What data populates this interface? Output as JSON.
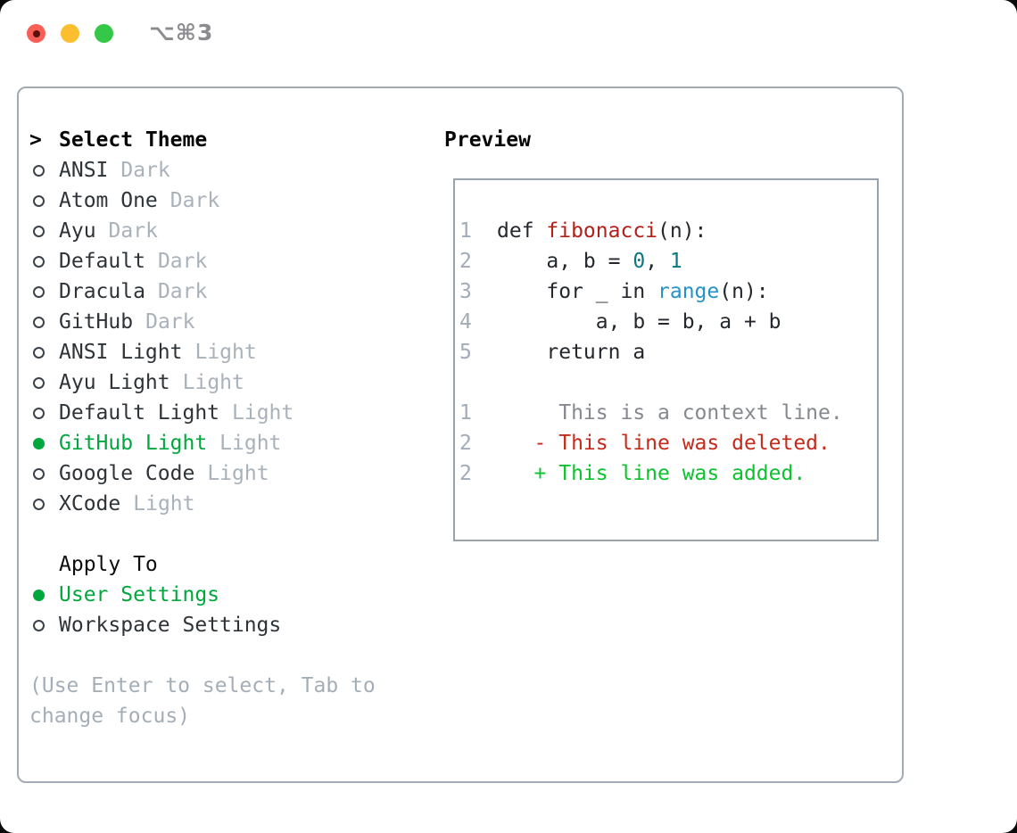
{
  "window": {
    "title": "⌥⌘3"
  },
  "titlebar": {
    "buttons": {
      "red": "#f75f57",
      "red_dot": "#5b100a",
      "yellow": "#fbbe2e",
      "green": "#34c748"
    }
  },
  "colors": {
    "accent_green": "#00a73c",
    "muted_gray": "#a9b1bb",
    "panel_border": "#a2aab3",
    "preview_border": "#9aa2ac"
  },
  "theme_list": {
    "prompt": ">",
    "header": "Select Theme",
    "items": [
      {
        "name": "ANSI",
        "tag": "Dark",
        "selected": false
      },
      {
        "name": "Atom One",
        "tag": "Dark",
        "selected": false
      },
      {
        "name": "Ayu",
        "tag": "Dark",
        "selected": false
      },
      {
        "name": "Default",
        "tag": "Dark",
        "selected": false
      },
      {
        "name": "Dracula",
        "tag": "Dark",
        "selected": false
      },
      {
        "name": "GitHub",
        "tag": "Dark",
        "selected": false
      },
      {
        "name": "ANSI Light",
        "tag": "Light",
        "selected": false
      },
      {
        "name": "Ayu Light",
        "tag": "Light",
        "selected": false
      },
      {
        "name": "Default Light",
        "tag": "Light",
        "selected": false
      },
      {
        "name": "GitHub Light",
        "tag": "Light",
        "selected": true
      },
      {
        "name": "Google Code",
        "tag": "Light",
        "selected": false
      },
      {
        "name": "XCode",
        "tag": "Light",
        "selected": false
      }
    ]
  },
  "apply_to": {
    "header": "Apply To",
    "options": [
      {
        "label": "User Settings",
        "selected": true
      },
      {
        "label": "Workspace Settings",
        "selected": false
      }
    ]
  },
  "hint": {
    "line1": "(Use Enter to select, Tab to",
    "line2": "change focus)"
  },
  "preview": {
    "header": "Preview",
    "colors": {
      "code": "#24282d",
      "func": "#b0211a",
      "number": "#0d7587",
      "builtin": "#2492c8",
      "context": "#85898f",
      "deleted": "#c52a1b",
      "added": "#0cc22d"
    },
    "lines": [
      {
        "num": "1",
        "segments": [
          {
            "t": "def ",
            "c": "code"
          },
          {
            "t": "fibonacci",
            "c": "func"
          },
          {
            "t": "(n):",
            "c": "code"
          }
        ]
      },
      {
        "num": "2",
        "segments": [
          {
            "t": "    a, b = ",
            "c": "code"
          },
          {
            "t": "0",
            "c": "number"
          },
          {
            "t": ", ",
            "c": "code"
          },
          {
            "t": "1",
            "c": "number"
          }
        ]
      },
      {
        "num": "3",
        "segments": [
          {
            "t": "    for _ in ",
            "c": "code"
          },
          {
            "t": "range",
            "c": "builtin"
          },
          {
            "t": "(n):",
            "c": "code"
          }
        ]
      },
      {
        "num": "4",
        "segments": [
          {
            "t": "        a, b = b, a + b",
            "c": "code"
          }
        ]
      },
      {
        "num": "5",
        "segments": [
          {
            "t": "    return a",
            "c": "code"
          }
        ]
      },
      {
        "num": "",
        "segments": []
      },
      {
        "num": "1",
        "segments": [
          {
            "t": "     This is a context line.",
            "c": "context"
          }
        ]
      },
      {
        "num": "2",
        "segments": [
          {
            "t": "   - This line was deleted.",
            "c": "deleted"
          }
        ]
      },
      {
        "num": "2",
        "segments": [
          {
            "t": "   + This line was added.",
            "c": "added"
          }
        ]
      }
    ]
  }
}
